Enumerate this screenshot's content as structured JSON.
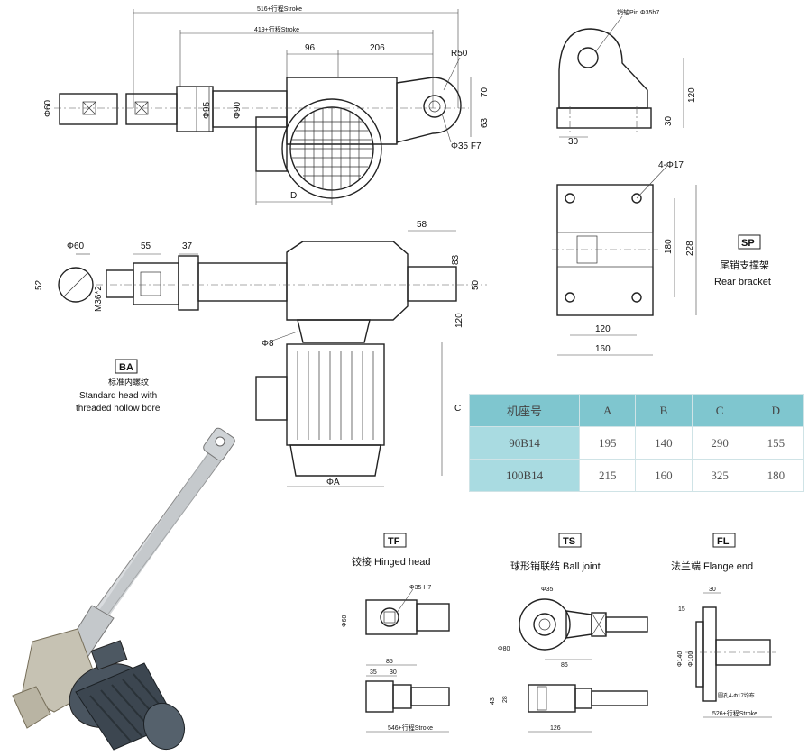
{
  "top_view": {
    "dims": {
      "overall_stroke": "516+行程Stroke",
      "stroke2": "419+行程Stroke",
      "d96": "96",
      "d206": "206",
      "r50": "R50",
      "phi60": "Φ60",
      "phi95": "Φ95",
      "phi90": "Φ90",
      "d70": "70",
      "d63": "63",
      "phi35f7": "Φ35 F7",
      "D": "D"
    }
  },
  "side_view": {
    "dims": {
      "phi60": "Φ60",
      "d52": "52",
      "d55": "55",
      "d37": "37",
      "m36": "M36*2",
      "d58": "58",
      "d83": "83",
      "d50": "50",
      "d120": "120",
      "phi8": "Φ8",
      "C": "C",
      "phiA": "ΦA"
    }
  },
  "ba": {
    "tag": "BA",
    "zh": "标准内螺纹",
    "en1": "Standard head with",
    "en2": "threaded hollow bore"
  },
  "rear_pin": {
    "pin_label": "销轴Pin Φ35h7",
    "d120": "120",
    "d30a": "30",
    "d30b": "30"
  },
  "sp": {
    "tag": "SP",
    "zh": "尾销支撑架",
    "en": "Rear bracket",
    "holes": "4-Φ17",
    "d180": "180",
    "d228": "228",
    "d120": "120",
    "d160": "160"
  },
  "table": {
    "headers": [
      "机座号",
      "A",
      "B",
      "C",
      "D"
    ],
    "rows": [
      [
        "90B14",
        "195",
        "140",
        "290",
        "155"
      ],
      [
        "100B14",
        "215",
        "160",
        "325",
        "180"
      ]
    ]
  },
  "tf": {
    "tag": "TF",
    "title": "铰接 Hinged head",
    "phi35h7": "Φ35 H7",
    "phi60": "Φ60",
    "d85": "85",
    "d35": "35",
    "d30": "30",
    "stroke": "546+行程Stroke"
  },
  "ts": {
    "tag": "TS",
    "title": "球形销联结 Ball joint",
    "phi35": "Φ35",
    "phi80": "Φ80",
    "d86": "86",
    "d43": "43",
    "d28": "28",
    "d126": "126"
  },
  "fl": {
    "tag": "FL",
    "title": "法兰端 Flange end",
    "d30": "30",
    "d15": "15",
    "phi140": "Φ140",
    "phi100": "Φ100",
    "holes": "圆孔4-Φ17均布",
    "stroke": "526+行程Stroke"
  },
  "colors": {
    "table_header": "#7fc6cf",
    "table_model": "#a9dbe1",
    "line": "#222222"
  }
}
